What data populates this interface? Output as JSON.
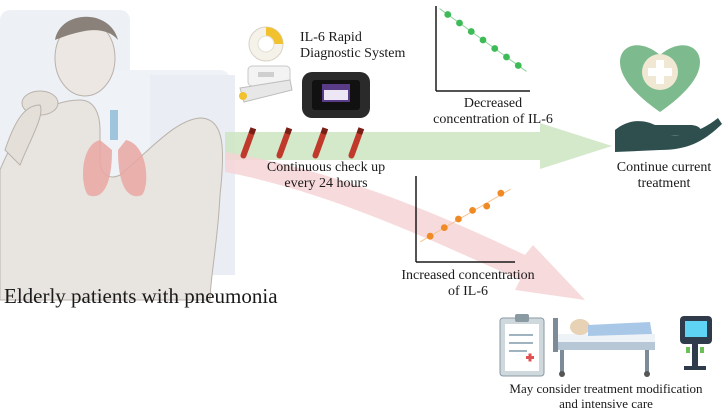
{
  "labels": {
    "patients": "Elderly patients with pneumonia",
    "device": [
      "IL-6 Rapid",
      "Diagnostic System"
    ],
    "checkup": [
      "Continuous check up",
      "every 24 hours"
    ],
    "decreased": [
      "Decreased",
      "concentration of IL-6"
    ],
    "increased": [
      "Increased concentration",
      "of IL-6"
    ],
    "continue": [
      "Continue current",
      "treatment"
    ],
    "modify": [
      "May consider treatment modification",
      "and intensive care"
    ]
  },
  "colors": {
    "green_arrow": "#cfe6c4",
    "red_arrow": "#f6d3d6",
    "green_points": "#3dbb57",
    "orange_points": "#f08a24",
    "heart": "#7dbb8e",
    "hand": "#2f4f4f",
    "lung": "#e9a7a2",
    "tube_red": "#c0392b"
  },
  "chart_decreased": {
    "type": "scatter",
    "x": [
      1,
      2,
      3,
      4,
      5,
      6,
      7
    ],
    "y": [
      9,
      8,
      7,
      6,
      5,
      4,
      3
    ],
    "xlim": [
      0,
      8
    ],
    "ylim": [
      0,
      10
    ]
  },
  "chart_increased": {
    "type": "scatter",
    "x": [
      1,
      2,
      3,
      4,
      5,
      6
    ],
    "y": [
      3,
      4,
      5,
      6,
      6.5,
      8
    ],
    "xlim": [
      0,
      7
    ],
    "ylim": [
      0,
      10
    ]
  }
}
